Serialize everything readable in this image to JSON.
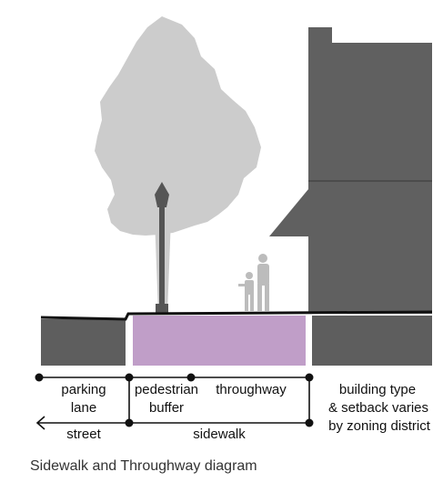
{
  "colors": {
    "tree": "#cccccc",
    "building": "#606060",
    "ground": "#5e5e5e",
    "buffer_zone": "#c09ec8",
    "pole": "#555555",
    "people": "#bcbcbc",
    "line": "#111111"
  },
  "labels": {
    "parking": "parking",
    "lane": "lane",
    "pedestrian": "pedestrian",
    "buffer": "buffer",
    "throughway": "throughway",
    "building_type": "building type",
    "setback_varies": "& setback varies",
    "by_zoning": "by zoning district",
    "street": "street",
    "sidewalk": "sidewalk"
  },
  "caption": "Sidewalk and Throughway diagram",
  "icons": [
    "tree-icon",
    "street-lamp-icon",
    "adult-figure-icon",
    "child-figure-icon",
    "building-icon",
    "arrow-left-icon"
  ]
}
